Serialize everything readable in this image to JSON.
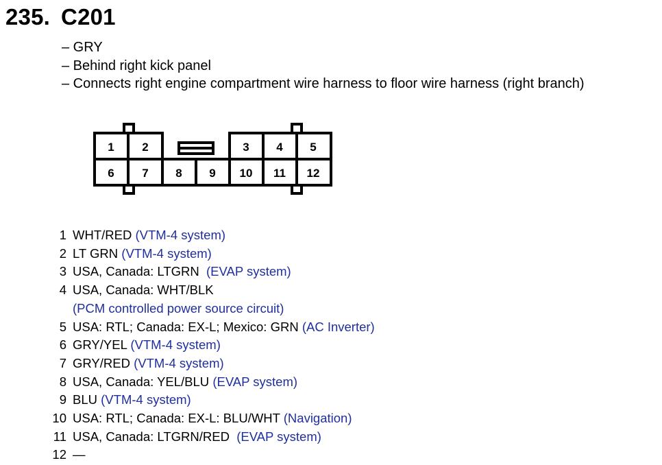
{
  "header": {
    "number": "235.",
    "connector_id": "C201"
  },
  "description": [
    "– GRY",
    "– Behind right kick panel",
    "– Connects right engine compartment wire harness to floor wire harness (right branch)"
  ],
  "connector_labels": {
    "top": [
      "1",
      "2",
      "3",
      "4",
      "5"
    ],
    "bottom": [
      "6",
      "7",
      "8",
      "9",
      "10",
      "11",
      "12"
    ]
  },
  "pins": [
    {
      "num": "1",
      "lines": [
        {
          "text": "WHT/RED ",
          "note": "(VTM-4 system)"
        }
      ]
    },
    {
      "num": "2",
      "lines": [
        {
          "text": "LT GRN ",
          "note": "(VTM-4 system)"
        }
      ]
    },
    {
      "num": "3",
      "lines": [
        {
          "text": "USA, Canada: LTGRN  ",
          "note": "(EVAP system)"
        }
      ]
    },
    {
      "num": "4",
      "lines": [
        {
          "text": "USA, Canada: WHT/BLK",
          "note": ""
        },
        {
          "text": "",
          "note": "(PCM controlled power source circuit)"
        }
      ]
    },
    {
      "num": "5",
      "lines": [
        {
          "text": "USA: RTL; Canada: EX-L; Mexico: GRN ",
          "note": "(AC Inverter)"
        }
      ]
    },
    {
      "num": "6",
      "lines": [
        {
          "text": "GRY/YEL ",
          "note": "(VTM-4 system)"
        }
      ]
    },
    {
      "num": "7",
      "lines": [
        {
          "text": "GRY/RED ",
          "note": "(VTM-4 system)"
        }
      ]
    },
    {
      "num": "8",
      "lines": [
        {
          "text": "USA, Canada: YEL/BLU ",
          "note": "(EVAP system)"
        }
      ]
    },
    {
      "num": "9",
      "lines": [
        {
          "text": "BLU ",
          "note": "(VTM-4 system)"
        }
      ]
    },
    {
      "num": "10",
      "lines": [
        {
          "text": "USA: RTL; Canada: EX-L: BLU/WHT ",
          "note": "(Navigation)"
        }
      ]
    },
    {
      "num": "11",
      "lines": [
        {
          "text": "USA, Canada: LTGRN/RED  ",
          "note": "(EVAP system)"
        }
      ]
    },
    {
      "num": "12",
      "lines": [
        {
          "text": "—",
          "note": ""
        }
      ]
    }
  ],
  "colors": {
    "note": "#1f2f9e",
    "text": "#000000"
  }
}
